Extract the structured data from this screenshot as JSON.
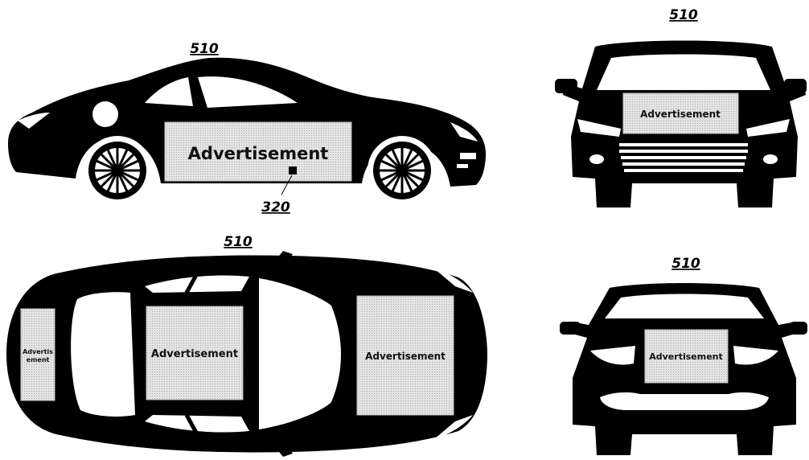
{
  "labels": {
    "side_ref": "510",
    "front_ref": "510",
    "top_ref": "510",
    "rear_ref": "510",
    "sensor_ref": "320"
  },
  "ads": {
    "side": "Advertisement",
    "front": "Advertisement",
    "top_rear_small_line1": "Advertis",
    "top_rear_small_line2": "ement",
    "top_middle": "Advertisement",
    "top_hood": "Advertisement",
    "rear": "Advertisement"
  },
  "colors": {
    "car_body": "#000000",
    "ad_panel": "#d9d9d9",
    "ad_border": "#bdbdbd",
    "background": "#ffffff"
  }
}
